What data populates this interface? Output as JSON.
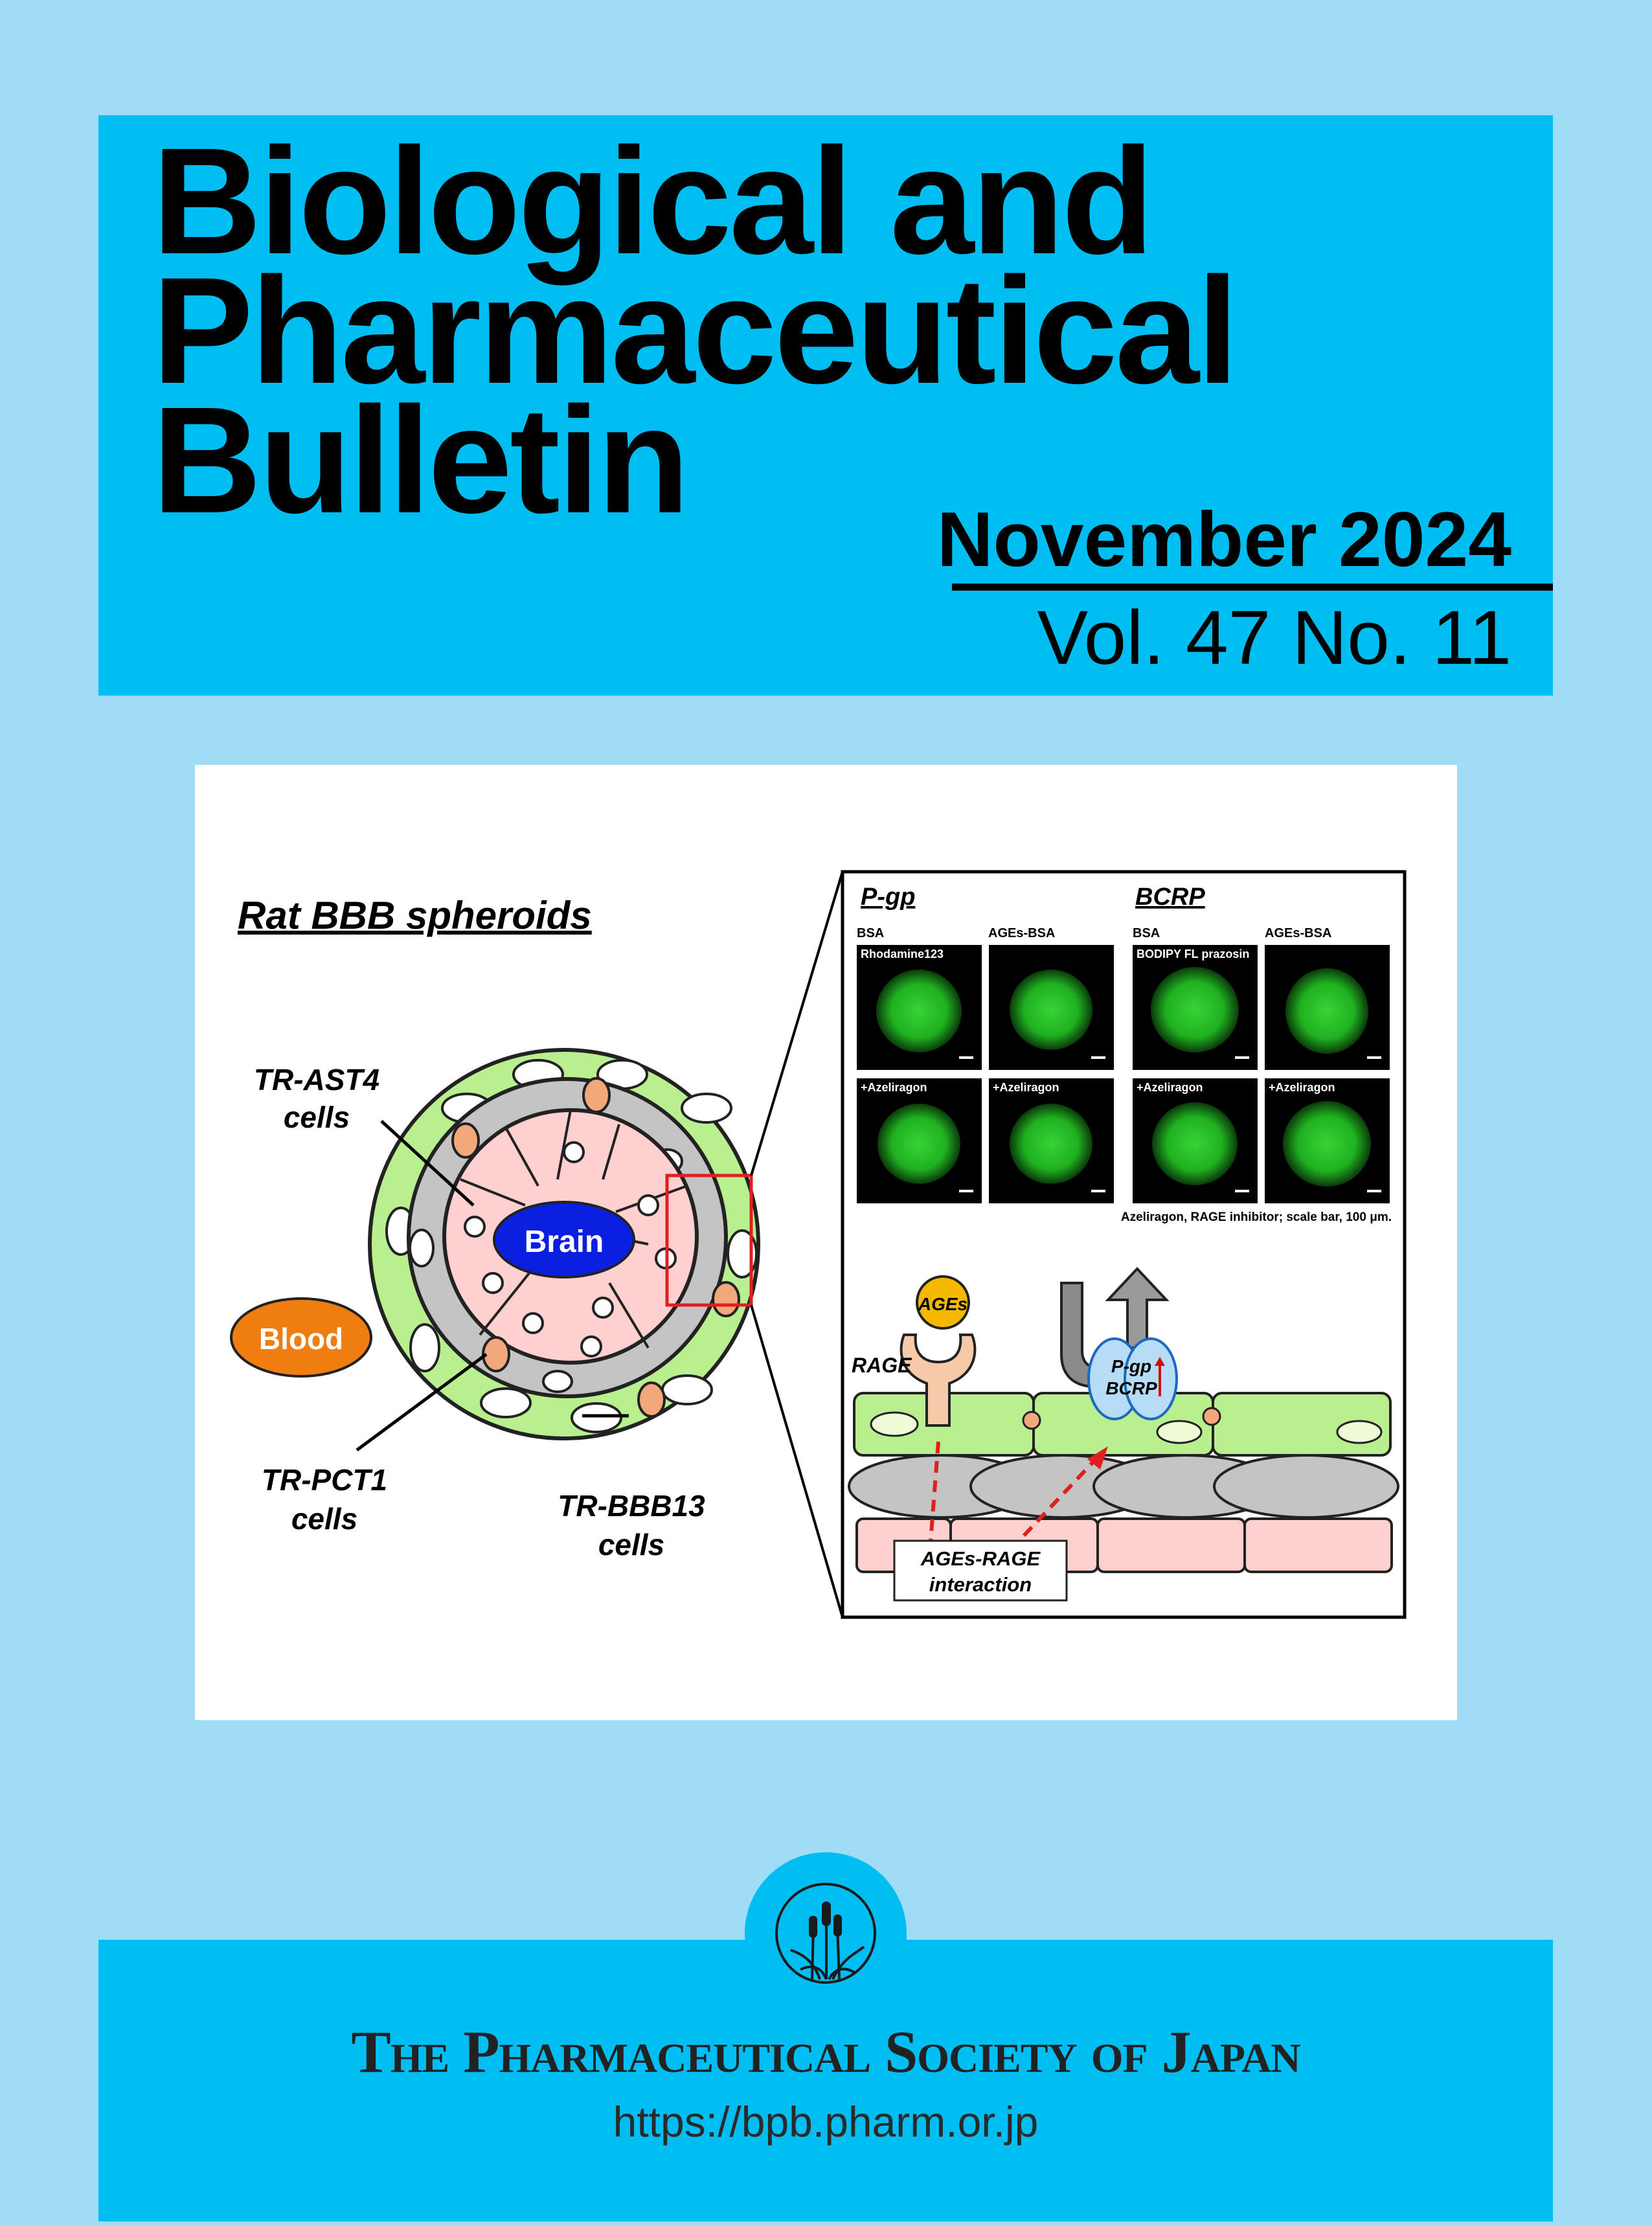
{
  "journal": {
    "title_lines": [
      "Biological and",
      "Pharmaceutical",
      "Bulletin"
    ],
    "issue_date": "November 2024",
    "volume_issue": "Vol. 47 No. 11"
  },
  "cover_figure": {
    "left": {
      "heading": "Rat BBB spheroids",
      "brain_label": "Brain",
      "blood_label": "Blood",
      "cells": [
        {
          "lines": [
            "TR-AST4",
            "cells"
          ]
        },
        {
          "lines": [
            "TR-PCT1",
            "cells"
          ]
        },
        {
          "lines": [
            "TR-BBB13",
            "cells"
          ]
        }
      ]
    },
    "right": {
      "groups": [
        {
          "title": "P-gp",
          "conditions": [
            "BSA",
            "AGEs-BSA"
          ],
          "probe": "Rhodamine123"
        },
        {
          "title": "BCRP",
          "conditions": [
            "BSA",
            "AGEs-BSA"
          ],
          "probe": "BODIPY FL prazosin"
        }
      ],
      "inhibitor_label": "+Azeliragon",
      "caption": "Azeliragon, RAGE inhibitor; scale bar, 100 μm.",
      "ages_label": "AGEs",
      "rage_label": "RAGE",
      "transporter_lines": [
        "P-gp",
        "BCRP"
      ],
      "interaction_lines": [
        "AGEs-RAGE",
        "interaction"
      ]
    },
    "colors": {
      "astrocyte_green": "#b9ef8f",
      "pericyte_orange": "#f2a87a",
      "endothelial_gray": "#c4c4c4",
      "brain_pink": "#ffd0d0",
      "brain_blue": "#0a1fe0",
      "blood_orange": "#f07d10",
      "fluorescence_green": "#2fcc2f",
      "highlight_red": "#e02020"
    }
  },
  "publisher": {
    "name": "The Pharmaceutical Society of Japan",
    "url": "https://bpb.pharm.or.jp",
    "logo_icon": "cattail-plants-icon"
  }
}
